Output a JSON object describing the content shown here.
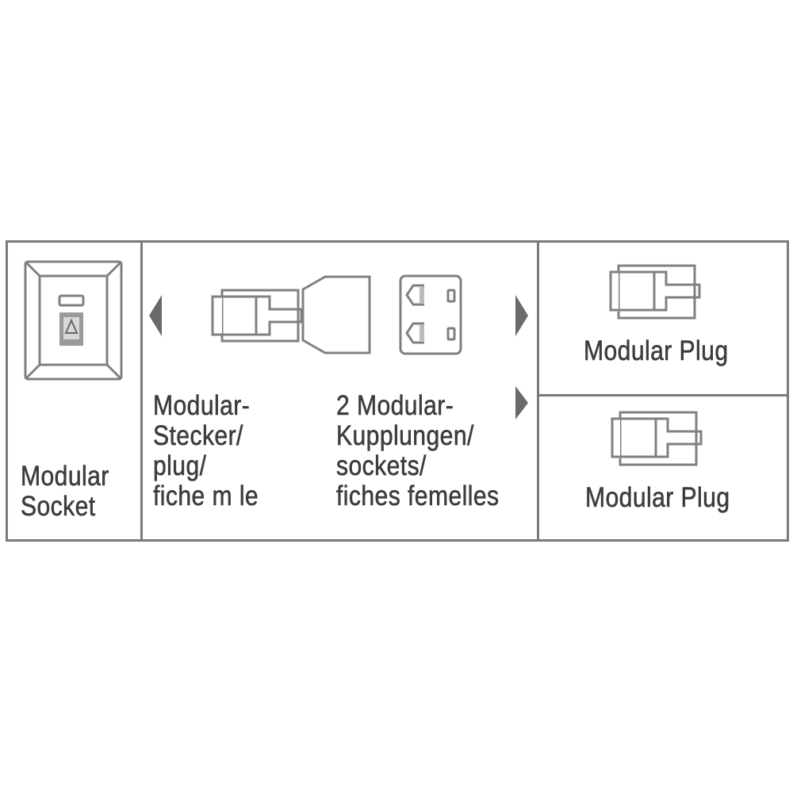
{
  "diagram": {
    "type": "connection-scheme",
    "colors": {
      "line": "#7a7a7a",
      "text": "#3d3d3d",
      "background": "#ffffff"
    },
    "panels": [
      {
        "id": "socket",
        "icon": "wall-socket-icon",
        "label_lines": [
          "Modular",
          "Socket"
        ]
      },
      {
        "id": "adapter",
        "icons": [
          "modular-plug-icon",
          "adapter-body-icon",
          "double-socket-icon"
        ],
        "left_label_lines": [
          "Modular-",
          "Stecker/",
          "plug/",
          "fiche m le"
        ],
        "right_label_lines": [
          "2 Modular-",
          "Kupplungen/",
          "sockets/",
          "fiches femelles"
        ],
        "arrows": [
          "arrow-left",
          "arrow-right-top",
          "arrow-right-bottom"
        ]
      },
      {
        "id": "plug-top",
        "icon": "modular-plug-icon",
        "label": "Modular Plug"
      },
      {
        "id": "plug-bottom",
        "icon": "modular-plug-icon",
        "label": "Modular Plug"
      }
    ]
  }
}
